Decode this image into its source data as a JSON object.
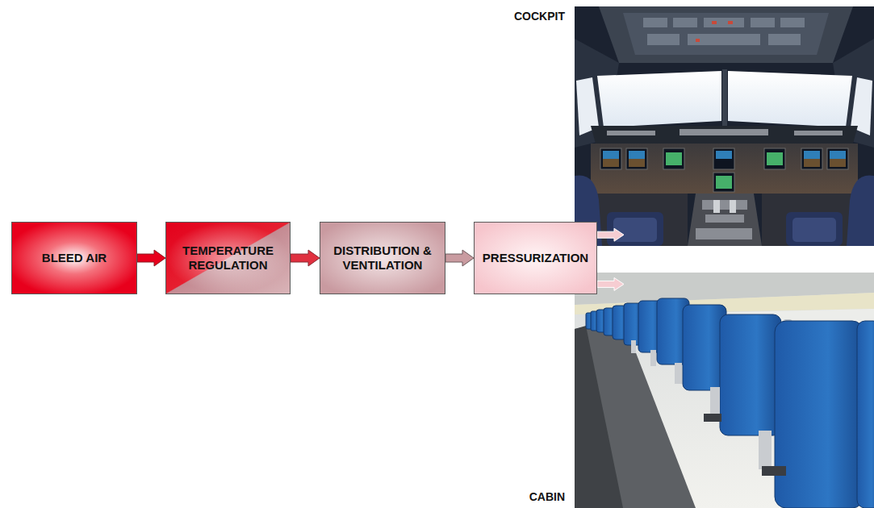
{
  "diagram": {
    "nodes": [
      {
        "text": [
          "BLEED AIR"
        ]
      },
      {
        "text": [
          "TEMPERATURE REGULATION"
        ]
      },
      {
        "text": [
          "DISTRIBUTION & VENTILATION"
        ]
      },
      {
        "text": [
          "PRESSURIZATION"
        ]
      },
      {
        "text": [
          "COCKPIT"
        ]
      },
      {
        "text": [
          "CABIN"
        ]
      }
    ],
    "edges": [
      {
        "from": 0,
        "to": 1,
        "arrow": "to"
      },
      {
        "from": 1,
        "to": 2,
        "arrow": "to"
      },
      {
        "from": 2,
        "to": 3,
        "arrow": "to"
      },
      {
        "from": 3,
        "to": 4,
        "arrow": "to"
      },
      {
        "from": 3,
        "to": 5,
        "arrow": "to"
      }
    ]
  }
}
